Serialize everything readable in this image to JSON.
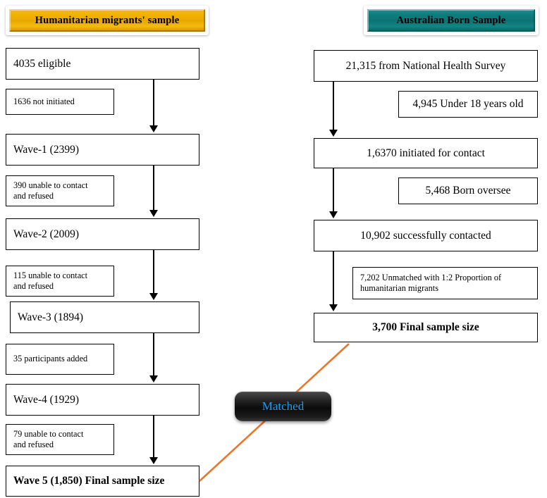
{
  "figure": {
    "type": "flowchart",
    "title": "Participant flow diagram: humanitarian migrants and Australian born samples"
  },
  "colors": {
    "gold": "#EFAF00",
    "teal": "#0F7A7A",
    "orange_connector": "#E8762C",
    "matched_text": "#1D9BF0",
    "matched_background": "#121212",
    "box_border": "#000000",
    "background": "#FFFFFF"
  },
  "left_column": {
    "header": "Humanitarian migrants' sample",
    "main_boxes": [
      {
        "label": "4035 eligible",
        "bold": false
      },
      {
        "label": "Wave-1 (2399)",
        "bold": false
      },
      {
        "label": "Wave-2 (2009)",
        "bold": false
      },
      {
        "label": "Wave-3 (1894)",
        "bold": false
      },
      {
        "label": "Wave-4 (1929)",
        "bold": false
      },
      {
        "label": "Wave 5 (1,850) Final sample size",
        "bold": true
      }
    ],
    "side_boxes": [
      {
        "line1": "1636 not initiated",
        "line2": ""
      },
      {
        "line1": "390 unable to contact",
        "line2": "and refused"
      },
      {
        "line1": "115 unable to contact",
        "line2": "and refused"
      },
      {
        "line1": "35 participants added",
        "line2": ""
      },
      {
        "line1": "79 unable to contact",
        "line2": "and refused"
      }
    ]
  },
  "right_column": {
    "header": "Australian Born Sample",
    "main_boxes": [
      {
        "label": "21,315 from National Health Survey",
        "bold": false
      },
      {
        "label": "1,6370 initiated for contact",
        "bold": false
      },
      {
        "label": "10,902 successfully contacted",
        "bold": false
      },
      {
        "label": "3,700 Final sample size",
        "bold": true
      }
    ],
    "side_boxes": [
      {
        "line1": "4,945 Under 18 years old",
        "line2": ""
      },
      {
        "line1": "5,468 Born oversee",
        "line2": ""
      },
      {
        "line1": "7,202 Unmatched with 1:2 Proportion of",
        "line2": "humanitarian migrants"
      }
    ]
  },
  "matched": {
    "label": "Matched"
  }
}
